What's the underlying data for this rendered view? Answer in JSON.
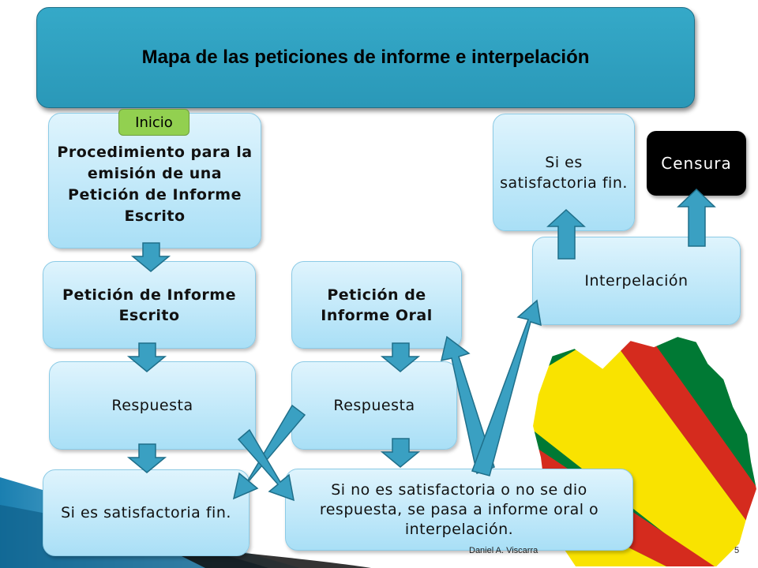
{
  "title": "Mapa de las peticiones de informe e interpelación",
  "start_tag": "Inicio",
  "nodes": {
    "procedure": "Procedimiento para la emisión de una Petición de Informe Escrito",
    "written_request": "Petición de Informe Escrito",
    "response_left": "Respuesta",
    "satisfactory_left": "Si es satisfactoria fin.",
    "oral_request": "Petición de Informe Oral",
    "response_middle": "Respuesta",
    "not_satisfactory": "Si no es satisfactoria o no se dio respuesta, se pasa a informe oral o interpelación.",
    "interpellation": "Interpelación",
    "satisfactory_right": "Si es satisfactoria fin.",
    "censure": "Censura"
  },
  "footer": {
    "author": "Daniel A. Viscarra",
    "page_number": "5"
  },
  "colors": {
    "title_fill": "#2a98b8",
    "node_fill": "#a9dff6",
    "arrow_fill": "#3aa0c2",
    "start_tag_fill": "#92d050",
    "censure_fill": "#000000",
    "flag_red": "#d52b1e",
    "flag_yellow": "#f9e300",
    "flag_green": "#007934"
  }
}
